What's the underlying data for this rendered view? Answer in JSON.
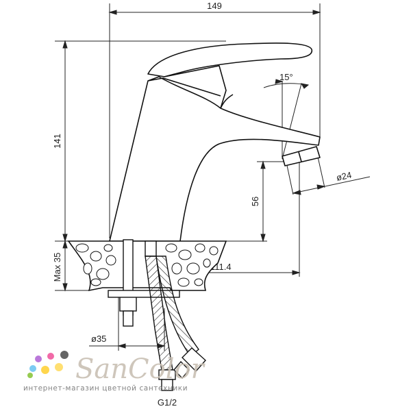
{
  "dimensions": {
    "overall_width": "149",
    "overall_height": "141",
    "spout_height": "56",
    "aerator_diameter": "ø24",
    "spout_angle": "15°",
    "base_height": "Max 35",
    "spout_reach": "111.4",
    "base_diameter": "ø35",
    "inlet_thread": "G1/2"
  },
  "watermark": {
    "brand": "SanColor",
    "tagline": "интернет-магазин цветной сантехники",
    "dot_colors": [
      "#f05a9e",
      "#ffd23a",
      "#6ec6f1",
      "#8bc63f",
      "#b36ad6"
    ]
  }
}
